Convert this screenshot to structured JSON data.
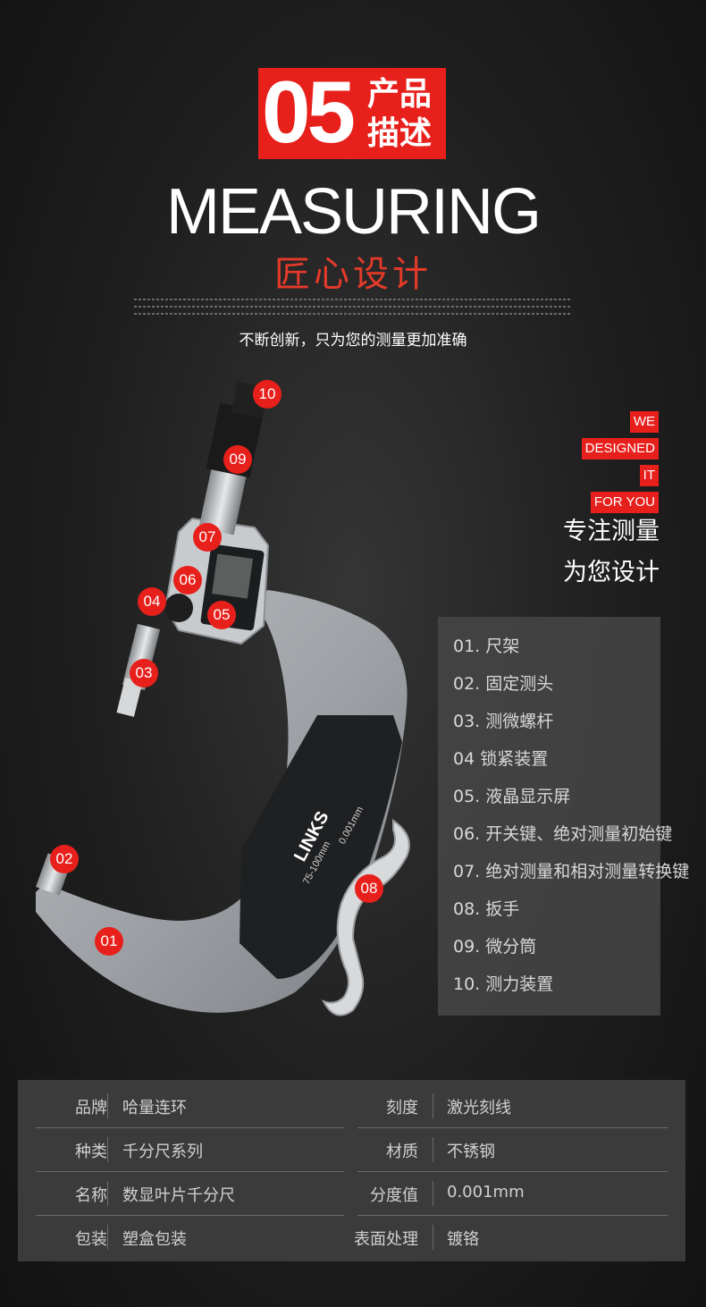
{
  "header": {
    "badge_number": "05",
    "badge_line1": "产品",
    "badge_line2": "描述",
    "headline": "MEASURING",
    "subheadline": "匠心设计",
    "slogan": "不断创新，只为您的测量更加准确"
  },
  "product": {
    "brand_mark": "LINKS",
    "range_text": "75-100mm",
    "resolution_text": "0.001mm",
    "markers": [
      "01",
      "02",
      "03",
      "04",
      "05",
      "06",
      "07",
      "08",
      "09",
      "10"
    ]
  },
  "tags": [
    "WE",
    "DESIGNED",
    "IT",
    "FOR YOU"
  ],
  "tagline": [
    "专注测量",
    "为您设计"
  ],
  "parts": [
    "01. 尺架",
    "02. 固定测头",
    "03. 测微螺杆",
    "04  锁紧装置",
    "05. 液晶显示屏",
    "06. 开关键、绝对测量初始键",
    "07. 绝对测量和相对测量转换键",
    "08. 扳手",
    "09. 微分筒",
    "10. 测力装置"
  ],
  "specs": [
    {
      "label": "品牌",
      "value": "哈量连环",
      "label2": "刻度",
      "value2": "激光刻线"
    },
    {
      "label": "种类",
      "value": "千分尺系列",
      "label2": "材质",
      "value2": "不锈钢"
    },
    {
      "label": "名称",
      "value": "数显叶片千分尺",
      "label2": "分度值",
      "value2": "0.001mm"
    },
    {
      "label": "包装",
      "value": "塑盒包装",
      "label2": "表面处理",
      "value2": "镀铬"
    }
  ],
  "colors": {
    "accent": "#e8201c",
    "spec_bg": "#3b3b3b",
    "parts_bg": "#464646"
  }
}
